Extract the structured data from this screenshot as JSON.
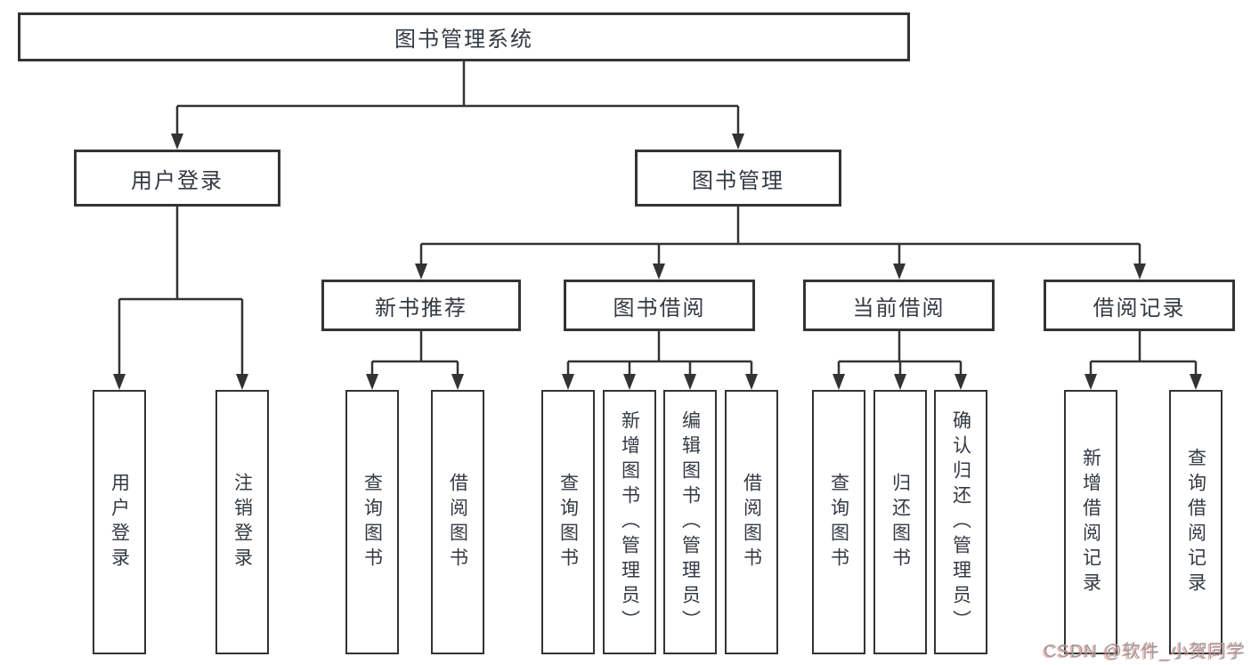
{
  "tree": {
    "root": {
      "label": "图书管理系统"
    },
    "branches": [
      {
        "label": "用户登录",
        "leaves": [
          {
            "label": "用户登录"
          },
          {
            "label": "注销登录"
          }
        ]
      },
      {
        "label": "图书管理",
        "sections": [
          {
            "label": "新书推荐",
            "leaves": [
              {
                "label": "查询图书"
              },
              {
                "label": "借阅图书"
              }
            ]
          },
          {
            "label": "图书借阅",
            "leaves": [
              {
                "label": "查询图书"
              },
              {
                "label": "新增图书（管理员）"
              },
              {
                "label": "编辑图书（管理员）"
              },
              {
                "label": "借阅图书"
              }
            ]
          },
          {
            "label": "当前借阅",
            "leaves": [
              {
                "label": "查询图书"
              },
              {
                "label": "归还图书"
              },
              {
                "label": "确认归还（管理员）"
              }
            ]
          },
          {
            "label": "借阅记录",
            "leaves": [
              {
                "label": "新增借阅记录"
              },
              {
                "label": "查询借阅记录"
              }
            ]
          }
        ]
      }
    ]
  },
  "watermark": {
    "text": "CSDN @软件_小贺同学"
  },
  "colors": {
    "line": "#333333",
    "text": "#323a42",
    "watermark": "#9c9c9c",
    "watermark_shadow": "#e06e6e",
    "background": "#ffffff"
  }
}
